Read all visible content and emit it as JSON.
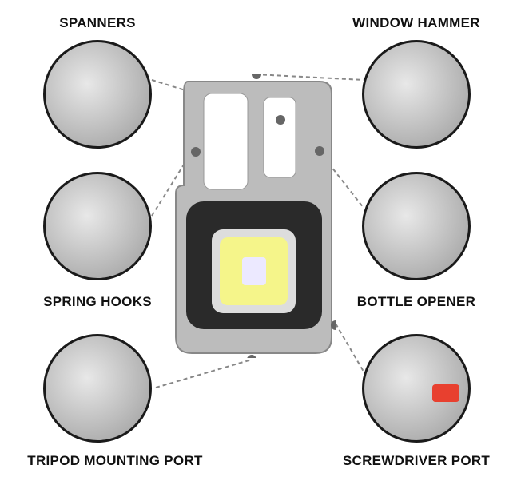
{
  "features": [
    {
      "label": "SPANNERS"
    },
    {
      "label": "WINDOW HAMMER"
    },
    {
      "label": "SPRING HOOKS"
    },
    {
      "label": "BOTTLE OPENER"
    },
    {
      "label": "TRIPOD MOUNTING PORT"
    },
    {
      "label": "SCREWDRIVER PORT"
    }
  ],
  "colors": {
    "body": "#b9b9b9",
    "led": "#f5f58a",
    "rubber": "#2a2a2a",
    "screwdriver_button": "#e8402f"
  }
}
